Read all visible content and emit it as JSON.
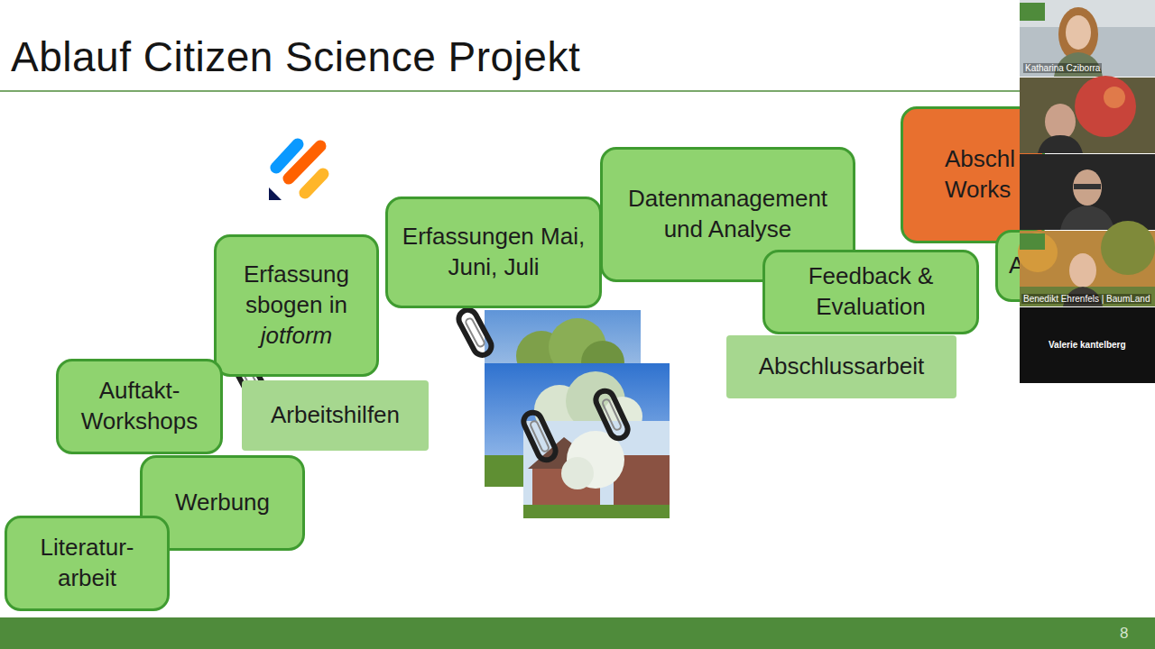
{
  "diagram": {
    "title": "Ablauf Citizen Science Projekt",
    "nodes": [
      {
        "text": [
          "Literatur- arbeit"
        ]
      },
      {
        "text": [
          "Werbung"
        ]
      },
      {
        "text": [
          "Auftakt- Workshops"
        ]
      },
      {
        "text": [
          "Erfassung sbogen in",
          "jotform"
        ]
      },
      {
        "text": [
          "Arbeitshilfen"
        ]
      },
      {
        "text": [
          "Erfassungen Mai, Juni, Juli"
        ]
      },
      {
        "text": [
          "Datenmanagement und Analyse"
        ]
      },
      {
        "text": [
          "Feedback & Evaluation"
        ]
      },
      {
        "text": [
          "Abschlussarbeit"
        ]
      },
      {
        "text": [
          "Abschl Works"
        ]
      },
      {
        "text": [
          "A"
        ]
      }
    ],
    "labels": [
      "Katharina Cziborra",
      "Benedikt Ehrenfels | BaumLand",
      "Valerie kantelberg",
      "8"
    ]
  }
}
